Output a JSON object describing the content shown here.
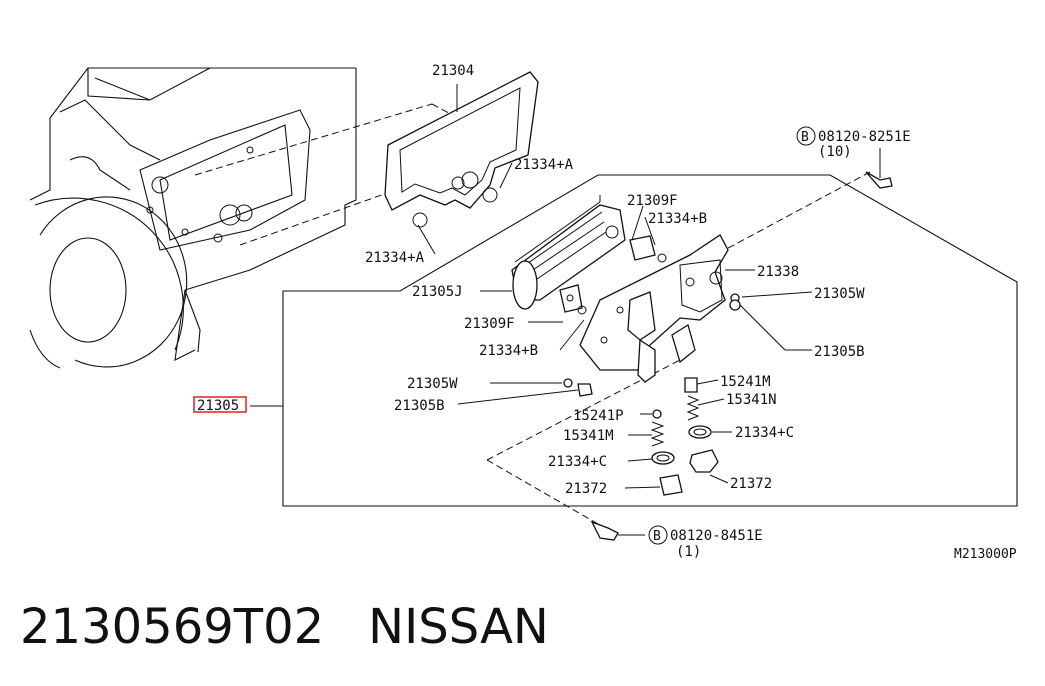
{
  "diagram": {
    "labels": {
      "gasket_top": "21304",
      "seal_a1": "21334+A",
      "seal_a2": "21334+A",
      "bolt_top": "08120-8251E",
      "bolt_top_qty": "(10)",
      "gasket_f1": "21309F",
      "seal_b1": "21334+B",
      "cooler": "21305J",
      "bracket": "21338",
      "washer_r": "21305W",
      "gasket_f2": "21309F",
      "seal_b2": "21334+B",
      "bolt_r": "21305B",
      "washer_l": "21305W",
      "bolt_l": "21305B",
      "assembly": "21305",
      "plug_r": "15241M",
      "spring_r": "15341N",
      "ball_l": "15241P",
      "spring_l": "15341M",
      "seal_c_r": "21334+C",
      "seal_c_l": "21334+C",
      "connector_l": "21372",
      "connector_r": "21372",
      "bolt_bottom": "08120-8451E",
      "bolt_bottom_qty": "(1)",
      "diagram_code": "M213000P",
      "bolt_mark": "B"
    },
    "highlight_color": "#e02020"
  },
  "footer": {
    "part_number": "2130569T02",
    "brand": "NISSAN"
  }
}
